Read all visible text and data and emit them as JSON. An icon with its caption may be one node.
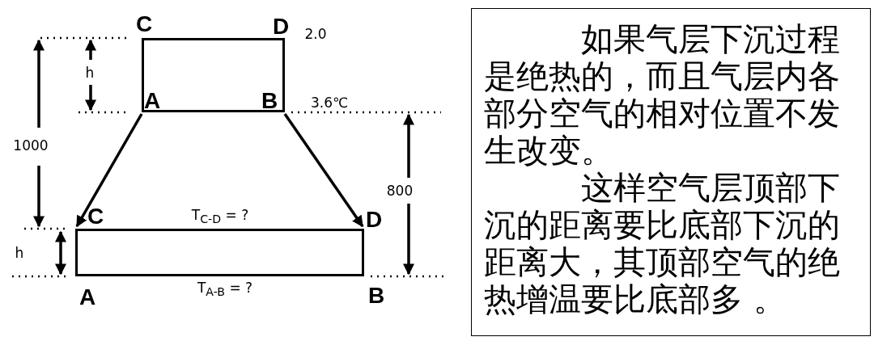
{
  "diagram": {
    "nodes": [
      {
        "text": [],
        "shape": "box"
      },
      {
        "text": [],
        "shape": "box"
      },
      {
        "text": [
          "如果气层下沉过程是绝热的，而且气层内各部分空气的相对位置不发生改变。",
          "这样空气层顶部下沉的距离要比底部下沉的距离大，其顶部空气的绝热增温要比底部多 。"
        ]
      }
    ],
    "edges": [
      {
        "from": 0,
        "to": 1,
        "arrow": "to"
      },
      {
        "from": 0,
        "to": 1,
        "arrow": "to"
      }
    ],
    "labels": [
      "C",
      "D",
      "2.0",
      "h",
      "A",
      "B",
      "3.6℃",
      "1000",
      "800",
      "C",
      "T$_{C-D}$ = ?",
      "D",
      "h",
      "A",
      "T$_{A-B}$ = ?",
      "B"
    ]
  }
}
